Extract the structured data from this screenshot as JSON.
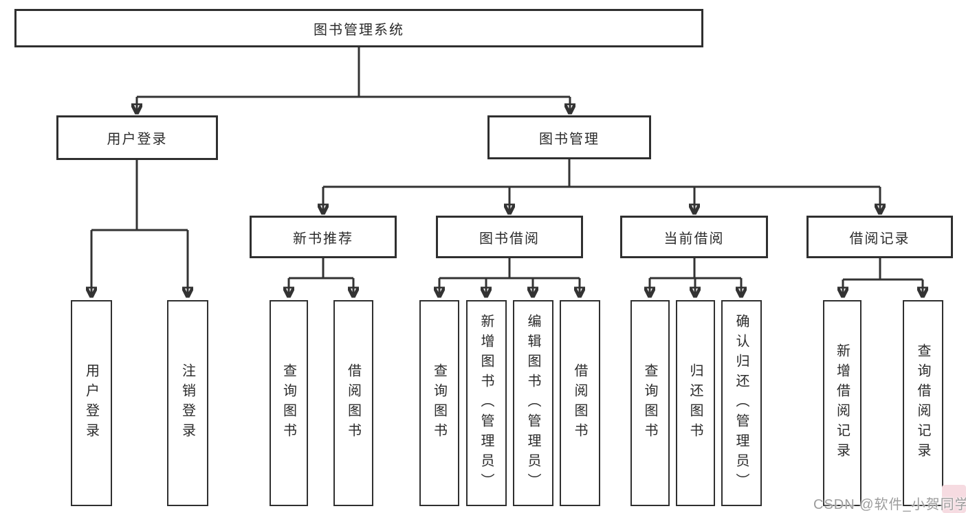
{
  "diagram": {
    "title": "图书管理系统",
    "colors": {
      "background": "#ffffff",
      "line": "#333333",
      "box_border": "#2f2f2f",
      "text": "#2b2b2b",
      "watermark_text": "#9c9c9c",
      "watermark_accent": "#f6dbe1"
    },
    "level2": {
      "user_login": "用户登录",
      "book_management": "图书管理"
    },
    "level3": {
      "new_book_recommend": "新书推荐",
      "book_borrow": "图书借阅",
      "current_borrow": "当前借阅",
      "borrow_records": "借阅记录"
    },
    "leaves": {
      "user_login": [
        "用户登录",
        "注销登录"
      ],
      "new_book_recommend": [
        "查询图书",
        "借阅图书"
      ],
      "book_borrow": [
        "查询图书",
        "新增图书（管理员）",
        "编辑图书（管理员）",
        "借阅图书"
      ],
      "current_borrow": [
        "查询图书",
        "归还图书",
        "确认归还（管理员）"
      ],
      "borrow_records": [
        "新增借阅记录",
        "查询借阅记录"
      ]
    },
    "watermark": "CSDN @软件_小贺同学"
  }
}
